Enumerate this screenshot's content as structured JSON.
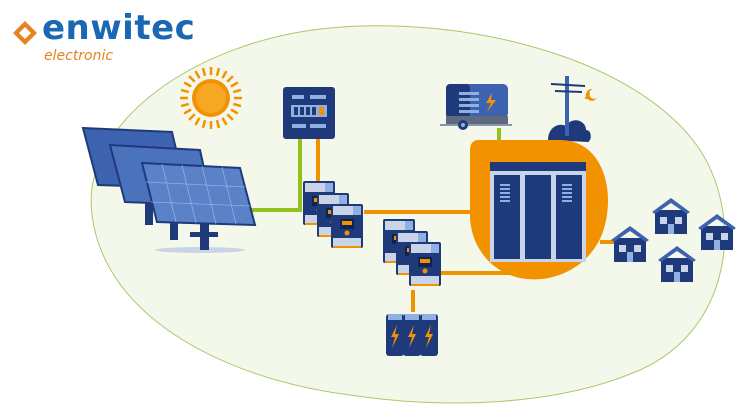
{
  "logo": {
    "brand": "enwitec",
    "tagline": "electronic"
  },
  "colors": {
    "navy": "#1f3a7a",
    "light_blue": "#8fb0e0",
    "orange": "#f39200",
    "green": "#95c11f",
    "background": "#f4f8ea",
    "logo_blue": "#1a67b4",
    "logo_orange": "#e8821e"
  },
  "components": [
    "sun",
    "solar-panels",
    "meter",
    "inverters",
    "inverters",
    "batteries",
    "generator",
    "grid-pole",
    "storage-cabinet",
    "houses"
  ]
}
